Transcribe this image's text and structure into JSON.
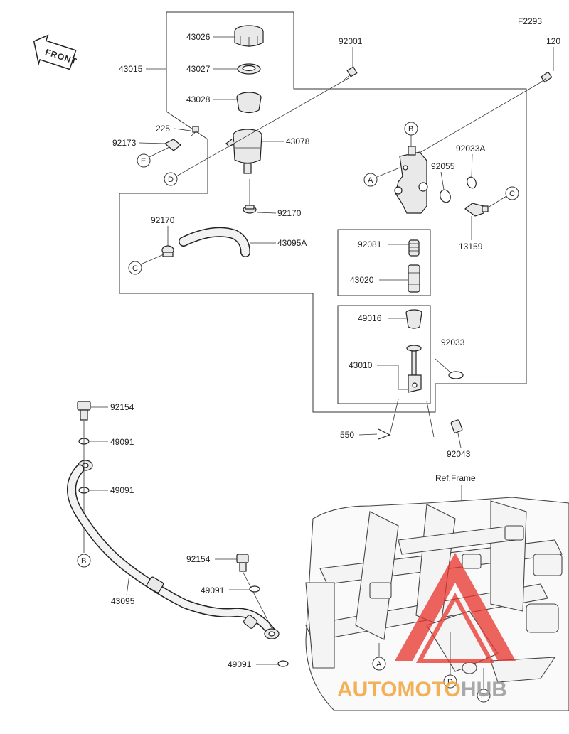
{
  "diagram": {
    "code": "F2293",
    "front_label": "FRONT",
    "ref_label": "Ref.Frame",
    "parts": {
      "p43015": "43015",
      "p43026": "43026",
      "p43027": "43027",
      "p43028": "43028",
      "p43078": "43078",
      "p225": "225",
      "p92173": "92173",
      "p92170a": "92170",
      "p92170b": "92170",
      "p43095A": "43095A",
      "p92001": "92001",
      "p120": "120",
      "p92033A": "92033A",
      "p92055": "92055",
      "p13159": "13159",
      "p92081": "92081",
      "p43020": "43020",
      "p49016": "49016",
      "p92033": "92033",
      "p43010": "43010",
      "p550": "550",
      "p92043": "92043",
      "p92154a": "92154",
      "p49091a": "49091",
      "p49091b": "49091",
      "p43095": "43095",
      "p92154b": "92154",
      "p49091c": "49091",
      "p49091d": "49091"
    },
    "callouts": {
      "A1": "A",
      "B1": "B",
      "C1": "C",
      "C2": "C",
      "D1": "D",
      "E1": "E",
      "B2": "B",
      "A2": "A",
      "D2": "D",
      "E2": "E"
    },
    "watermark": {
      "part1": "AUTOMOTO",
      "part2": "HUB",
      "color1": "#f3a43a",
      "color2": "#9a9a9a",
      "accent": "#e8332a"
    }
  }
}
